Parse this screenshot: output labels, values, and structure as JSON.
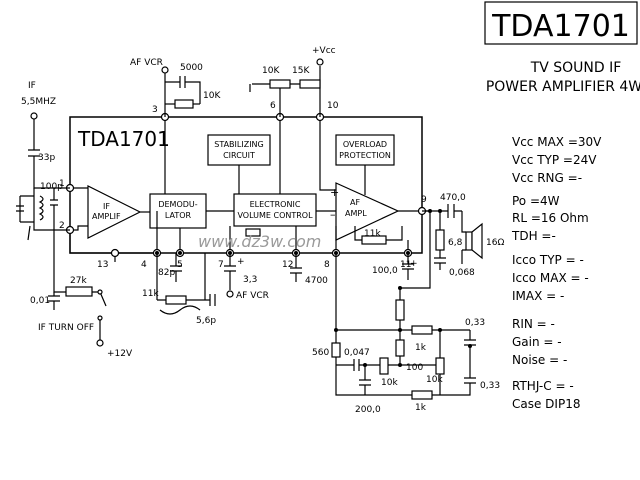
{
  "title": "TDA1701",
  "subtitle_line1": "TV SOUND IF",
  "subtitle_line2": "POWER AMPLIFIER 4W",
  "chip_label": "TDA1701",
  "blocks": {
    "if_amp_1": "IF",
    "if_amp_2": "AMPLIF",
    "demod_1": "DEMODU-",
    "demod_2": "LATOR",
    "evc_1": "ELECTRONIC",
    "evc_2": "VOLUME CONTROL",
    "stab_1": "STABILIZING",
    "stab_2": "CIRCUIT",
    "ovl_1": "OVERLOAD",
    "ovl_2": "PROTECTION",
    "af_1": "AF",
    "af_2": "AMPL"
  },
  "pins": [
    "1",
    "2",
    "3",
    "4",
    "5",
    "6",
    "7",
    "8",
    "9",
    "10",
    "11",
    "12",
    "13"
  ],
  "labels": {
    "if_in": "IF",
    "if_freq": "5,5MHZ",
    "cap_33p": "33p",
    "cap_100p": "100p",
    "res_27k": "27k",
    "cap_001": "0,01",
    "if_turn_off": "IF TURN OFF",
    "plus12v": "+12V",
    "af_vcr_top": "AF VCR",
    "cap_5000": "5000",
    "res_10k_top": "10K",
    "pot_10k": "10K",
    "res_15k": "15K",
    "vcc": "+Vcc",
    "cap_82p": "82p",
    "res_11k": "11k",
    "cap_56p": "5,6p",
    "cap_33": "3,3",
    "af_vcr_bot": "AF VCR",
    "cap_4700": "4700",
    "cap_100": "100,0",
    "res_1k_fb": "11k",
    "cap_470": "470,0",
    "res_68": "6,8",
    "cap_0068": "0,068",
    "spk_16": "16Ω",
    "cap_033_top": "0,33",
    "res_560": "560",
    "cap_0047": "0,047",
    "res_1k_a": "1k",
    "res_100": "100",
    "res_10k_a": "10k",
    "res_10k_b": "10k",
    "cap_033_b": "0,33",
    "cap_200": "200,0",
    "res_1k_b": "1k",
    "watermark": "www.dz3w.com",
    "plus_sign": "+",
    "minus_sign": "–"
  },
  "specs": [
    "Vcc MAX =30V",
    "Vcc TYP =24V",
    "Vcc RNG =-",
    "Po =4W",
    "RL =16 Ohm",
    "TDH =-",
    "Icco TYP = -",
    "Icco MAX = -",
    "IMAX = -",
    "RIN = -",
    "Gain = -",
    "Noise = -",
    "RTHJ-C = -",
    "Case DIP18"
  ]
}
